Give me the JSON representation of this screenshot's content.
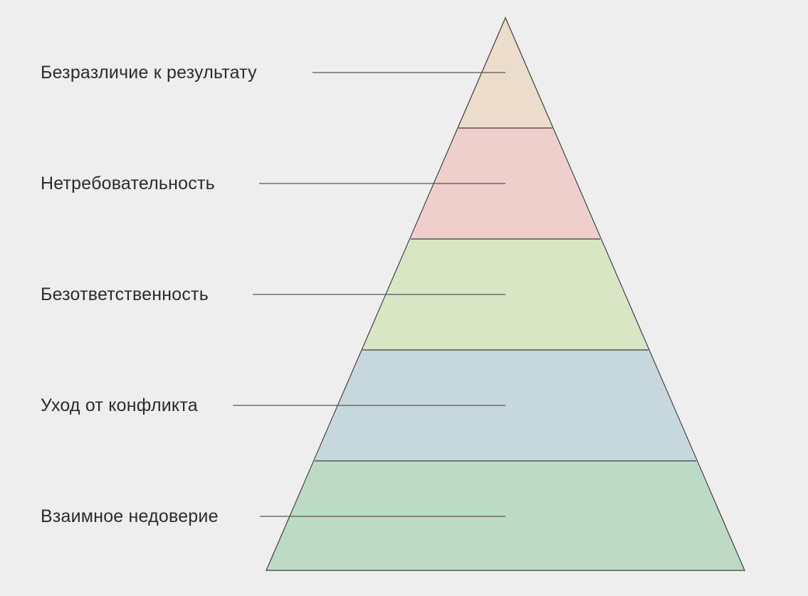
{
  "diagram": {
    "type": "pyramid",
    "background": "#eeeeee",
    "stroke_color": "#3c3c3c",
    "levels_top_to_bottom": [
      {
        "label": "Безразличие к результату",
        "color": "#ecdccb"
      },
      {
        "label": "Нетребовательность",
        "color": "#efcfcc"
      },
      {
        "label": "Безответственность",
        "color": "#d9e6c4"
      },
      {
        "label": "Уход от конфликта",
        "color": "#c6d8de"
      },
      {
        "label": "Взаимное недоверие",
        "color": "#bcdac4"
      }
    ]
  }
}
